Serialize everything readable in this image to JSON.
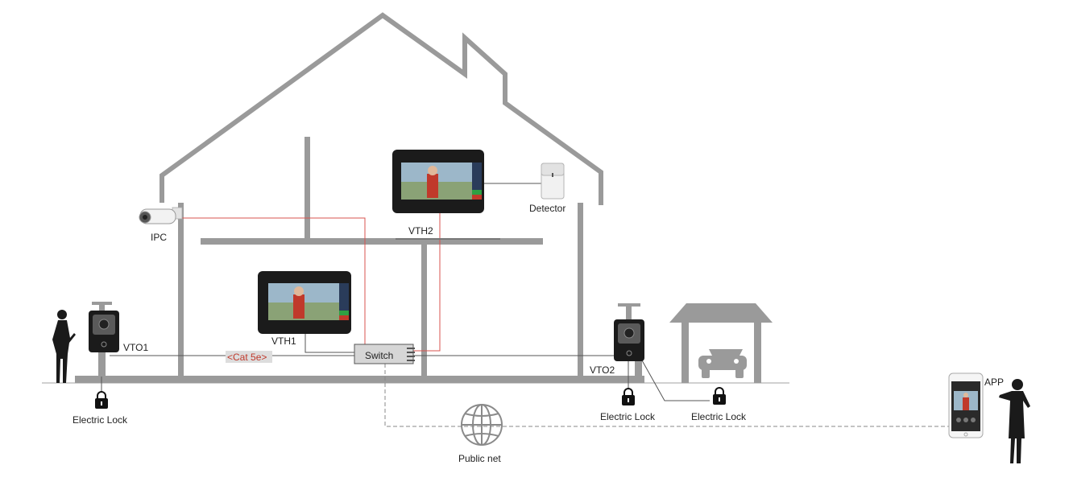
{
  "diagram": {
    "labels": {
      "ipc": "IPC",
      "vth2": "VTH2",
      "detector": "Detector",
      "vth1": "VTH1",
      "vto1": "VTO1",
      "cat5e": "<Cat 5e>",
      "switch": "Switch",
      "vto2": "VTO2",
      "app": "APP",
      "public_net": "Public net",
      "lock_left": "Electric Lock",
      "lock_mid": "Electric Lock",
      "lock_right": "Electric Lock"
    },
    "colors": {
      "house_outline": "#9a9a9a",
      "cable": "#555555",
      "red_cable": "#d9534f",
      "cat5e_bg": "#dddddd",
      "cat5e_text": "#c0392b",
      "device_dark": "#1b1b1b"
    }
  }
}
